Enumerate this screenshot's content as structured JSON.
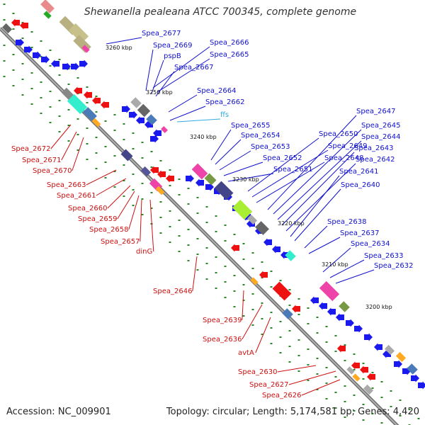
{
  "title": "Shewanella pealeana ATCC 700345, complete genome",
  "accession": "Accession: NC_009901",
  "topology": "Topology: circular; Length: 5,174,581 bp; Genes: 4,420",
  "colors": {
    "backbone": "#888888",
    "forward_label": "#1010cc",
    "reverse_label": "#cc1010",
    "rna_label": "#33aadd",
    "forward_gene": "#1a1aee",
    "reverse_gene": "#ee1111",
    "tick": "#2a8a2a"
  },
  "kbp_labels": [
    "3260 kbp",
    "3250 kbp",
    "3240 kbp",
    "3230 kbp",
    "3220 kbp",
    "3210 kbp",
    "3200 kbp"
  ],
  "forward_genes": [
    "Spea_2677",
    "Spea_2669",
    "pspB",
    "Spea_2667",
    "Spea_2666",
    "Spea_2665",
    "Spea_2664",
    "Spea_2662",
    "Spea_2655",
    "Spea_2654",
    "Spea_2653",
    "Spea_2652",
    "Spea_2651",
    "Spea_2650",
    "Spea_2649",
    "Spea_2648",
    "Spea_2647",
    "Spea_2645",
    "Spea_2644",
    "Spea_2643",
    "Spea_2642",
    "Spea_2641",
    "Spea_2640",
    "Spea_2638",
    "Spea_2637",
    "Spea_2634",
    "Spea_2633",
    "Spea_2632"
  ],
  "rna_genes": [
    "ffs"
  ],
  "reverse_genes": [
    "Spea_2672",
    "Spea_2671",
    "Spea_2670",
    "Spea_2663",
    "Spea_2661",
    "Spea_2660",
    "Spea_2659",
    "Spea_2658",
    "Spea_2657",
    "dinG",
    "Spea_2646",
    "Spea_2639",
    "Spea_2636",
    "avtA",
    "Spea_2630",
    "Spea_2627",
    "Spea_2626"
  ]
}
